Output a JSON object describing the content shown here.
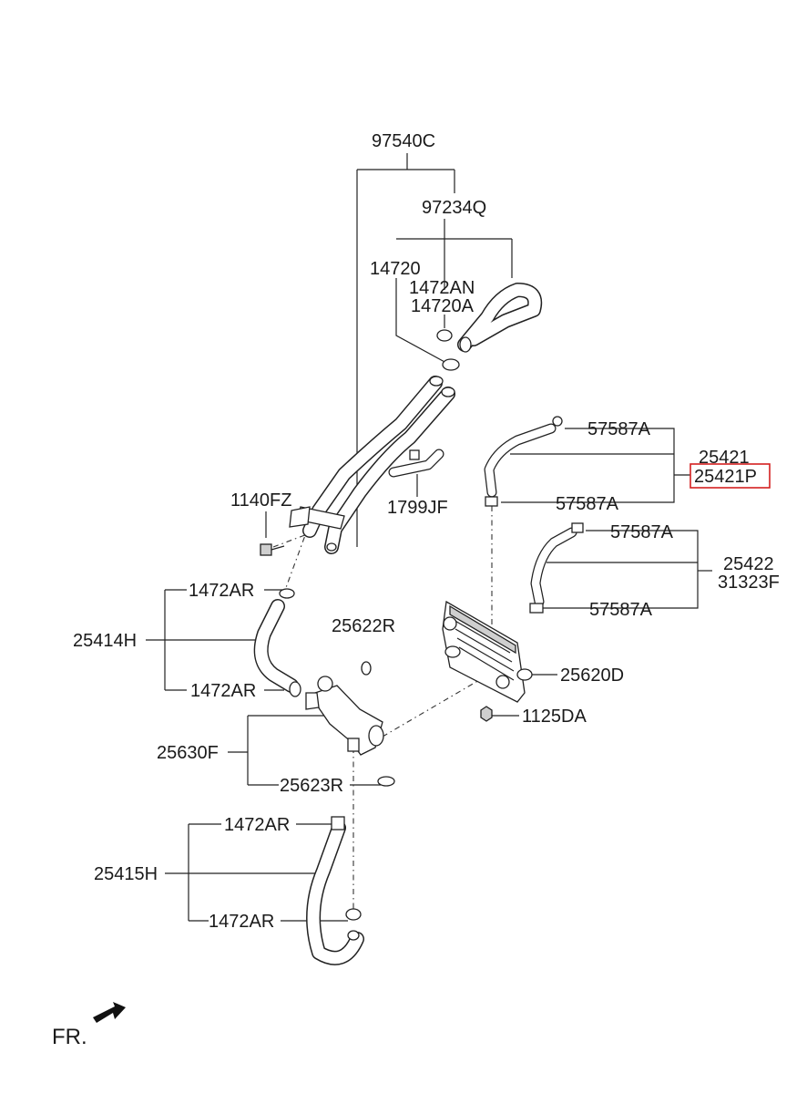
{
  "diagram": {
    "labels": {
      "l_97540C": "97540C",
      "l_97234Q": "97234Q",
      "l_14720": "14720",
      "l_1472AN": "1472AN",
      "l_14720A": "14720A",
      "l_57587A_1": "57587A",
      "l_25421": "25421",
      "l_25421P": "25421P",
      "l_57587A_2": "57587A",
      "l_57587A_3": "57587A",
      "l_25422": "25422",
      "l_31323F": "31323F",
      "l_57587A_4": "57587A",
      "l_1140FZ": "1140FZ",
      "l_1799JF": "1799JF",
      "l_1472AR_1": "1472AR",
      "l_25414H": "25414H",
      "l_1472AR_2": "1472AR",
      "l_25622R": "25622R",
      "l_25620D": "25620D",
      "l_1125DA": "1125DA",
      "l_25630F": "25630F",
      "l_25623R": "25623R",
      "l_1472AR_3": "1472AR",
      "l_25415H": "25415H",
      "l_1472AR_4": "1472AR",
      "l_FR": "FR."
    },
    "highlighted_label": "25421P",
    "highlight_color": "#d42020"
  }
}
